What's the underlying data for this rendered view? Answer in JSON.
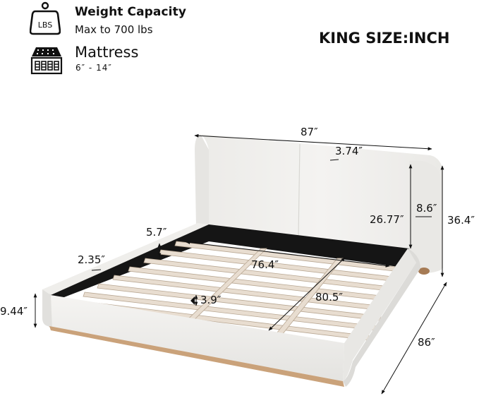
{
  "specs": {
    "weight": {
      "icon": "weight-lbs-icon",
      "icon_text": "LBS",
      "title": "Weight Capacity",
      "value": "Max to 700 lbs"
    },
    "mattress": {
      "icon": "mattress-icon",
      "title": "Mattress",
      "value": "6″  -  14″"
    }
  },
  "size_label": "KING SIZE:INCH",
  "colors": {
    "upholstery": "#f1f0ee",
    "upholstery_shadow": "#d9d8d5",
    "slat": "#e8ddd0",
    "slat_edge": "#b9a894",
    "frame_inner": "#151515",
    "wood_base": "#caa27a",
    "dimension_line": "#111111"
  },
  "dimensions": {
    "overall_width": "87″",
    "headboard_thickness": "3.74″",
    "overall_height": "36.4″",
    "headboard_top_height": "8.6″",
    "headboard_panel_height": "26.77″",
    "frame_inner_depth": "5.7″",
    "side_rail_thickness": "2.35″",
    "frame_height": "9.44″",
    "slat_gap": "3.9″",
    "inner_width": "76.4″",
    "inner_length": "80.5″",
    "overall_length": "86″"
  }
}
